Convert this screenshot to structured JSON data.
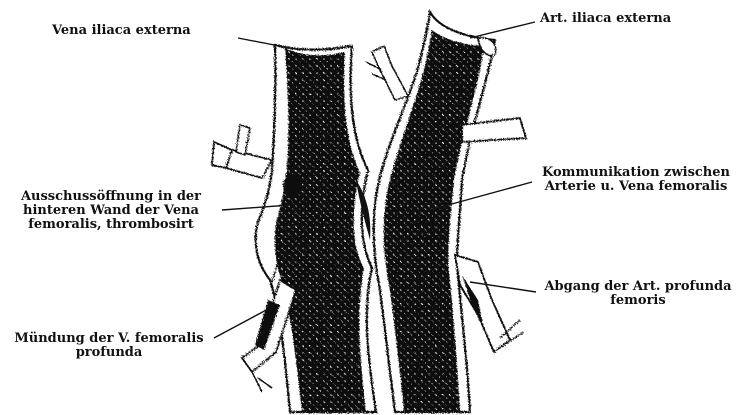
{
  "labels": {
    "vena_iliaca_externa": "Vena iliaca externa",
    "art_iliaca_externa": "Art. iliaca externa",
    "ausschuss_line1": "Ausschussöffnung in der",
    "ausschuss_line2": "hinteren Wand der Vena",
    "ausschuss_line3": "femoralis, thrombosirt",
    "kommunikation_line1": "Kommunikation zwischen",
    "kommunikation_line2": "Arterie u. Vena femoralis",
    "abgang_line1": "Abgang der Art. profunda",
    "abgang_line2": "femoris",
    "muendung_line1": "Mündung der V. femoralis",
    "muendung_line2": "profunda"
  },
  "colors": {
    "ink": "#111111",
    "paper": "#ffffff"
  }
}
